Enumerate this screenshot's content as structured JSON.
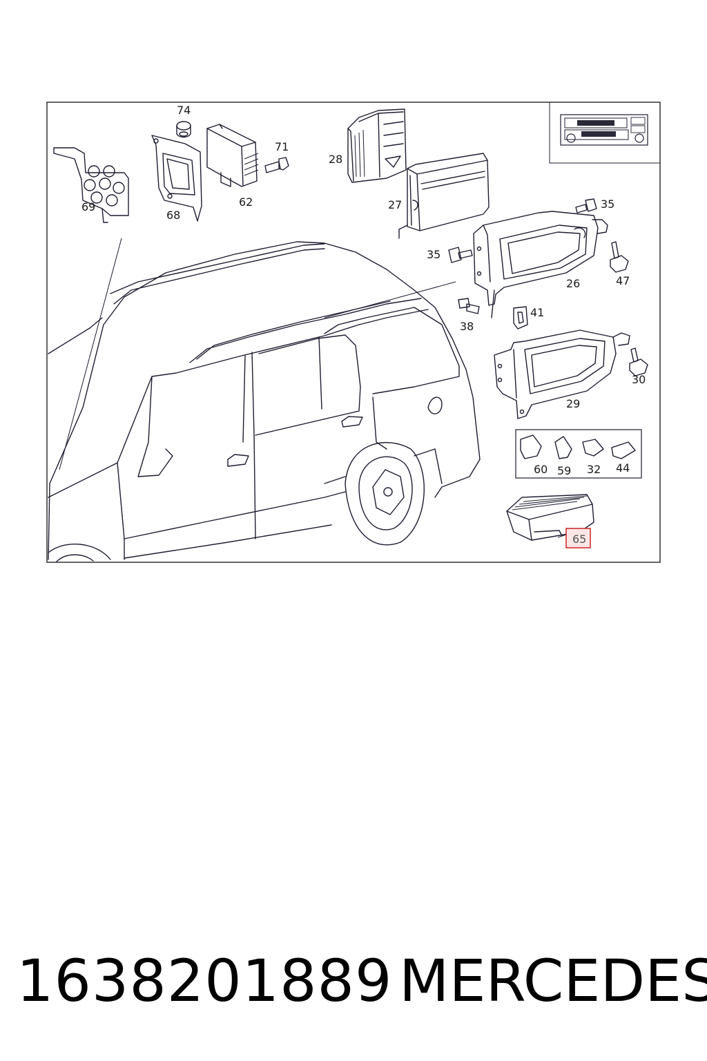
{
  "diagram": {
    "callouts": {
      "c74": "74",
      "c71": "71",
      "c28": "28",
      "c69": "69",
      "c68": "68",
      "c62": "62",
      "c27": "27",
      "c35a": "35",
      "c35b": "35",
      "c47": "47",
      "c26": "26",
      "c38": "38",
      "c41": "41",
      "c30": "30",
      "c29": "29",
      "c60": "60",
      "c59": "59",
      "c32": "32",
      "c44": "44",
      "c65": "65"
    },
    "highlight_color": "#d03030"
  },
  "caption": {
    "part_number": "1638201889",
    "brand": "MERCEDES"
  }
}
